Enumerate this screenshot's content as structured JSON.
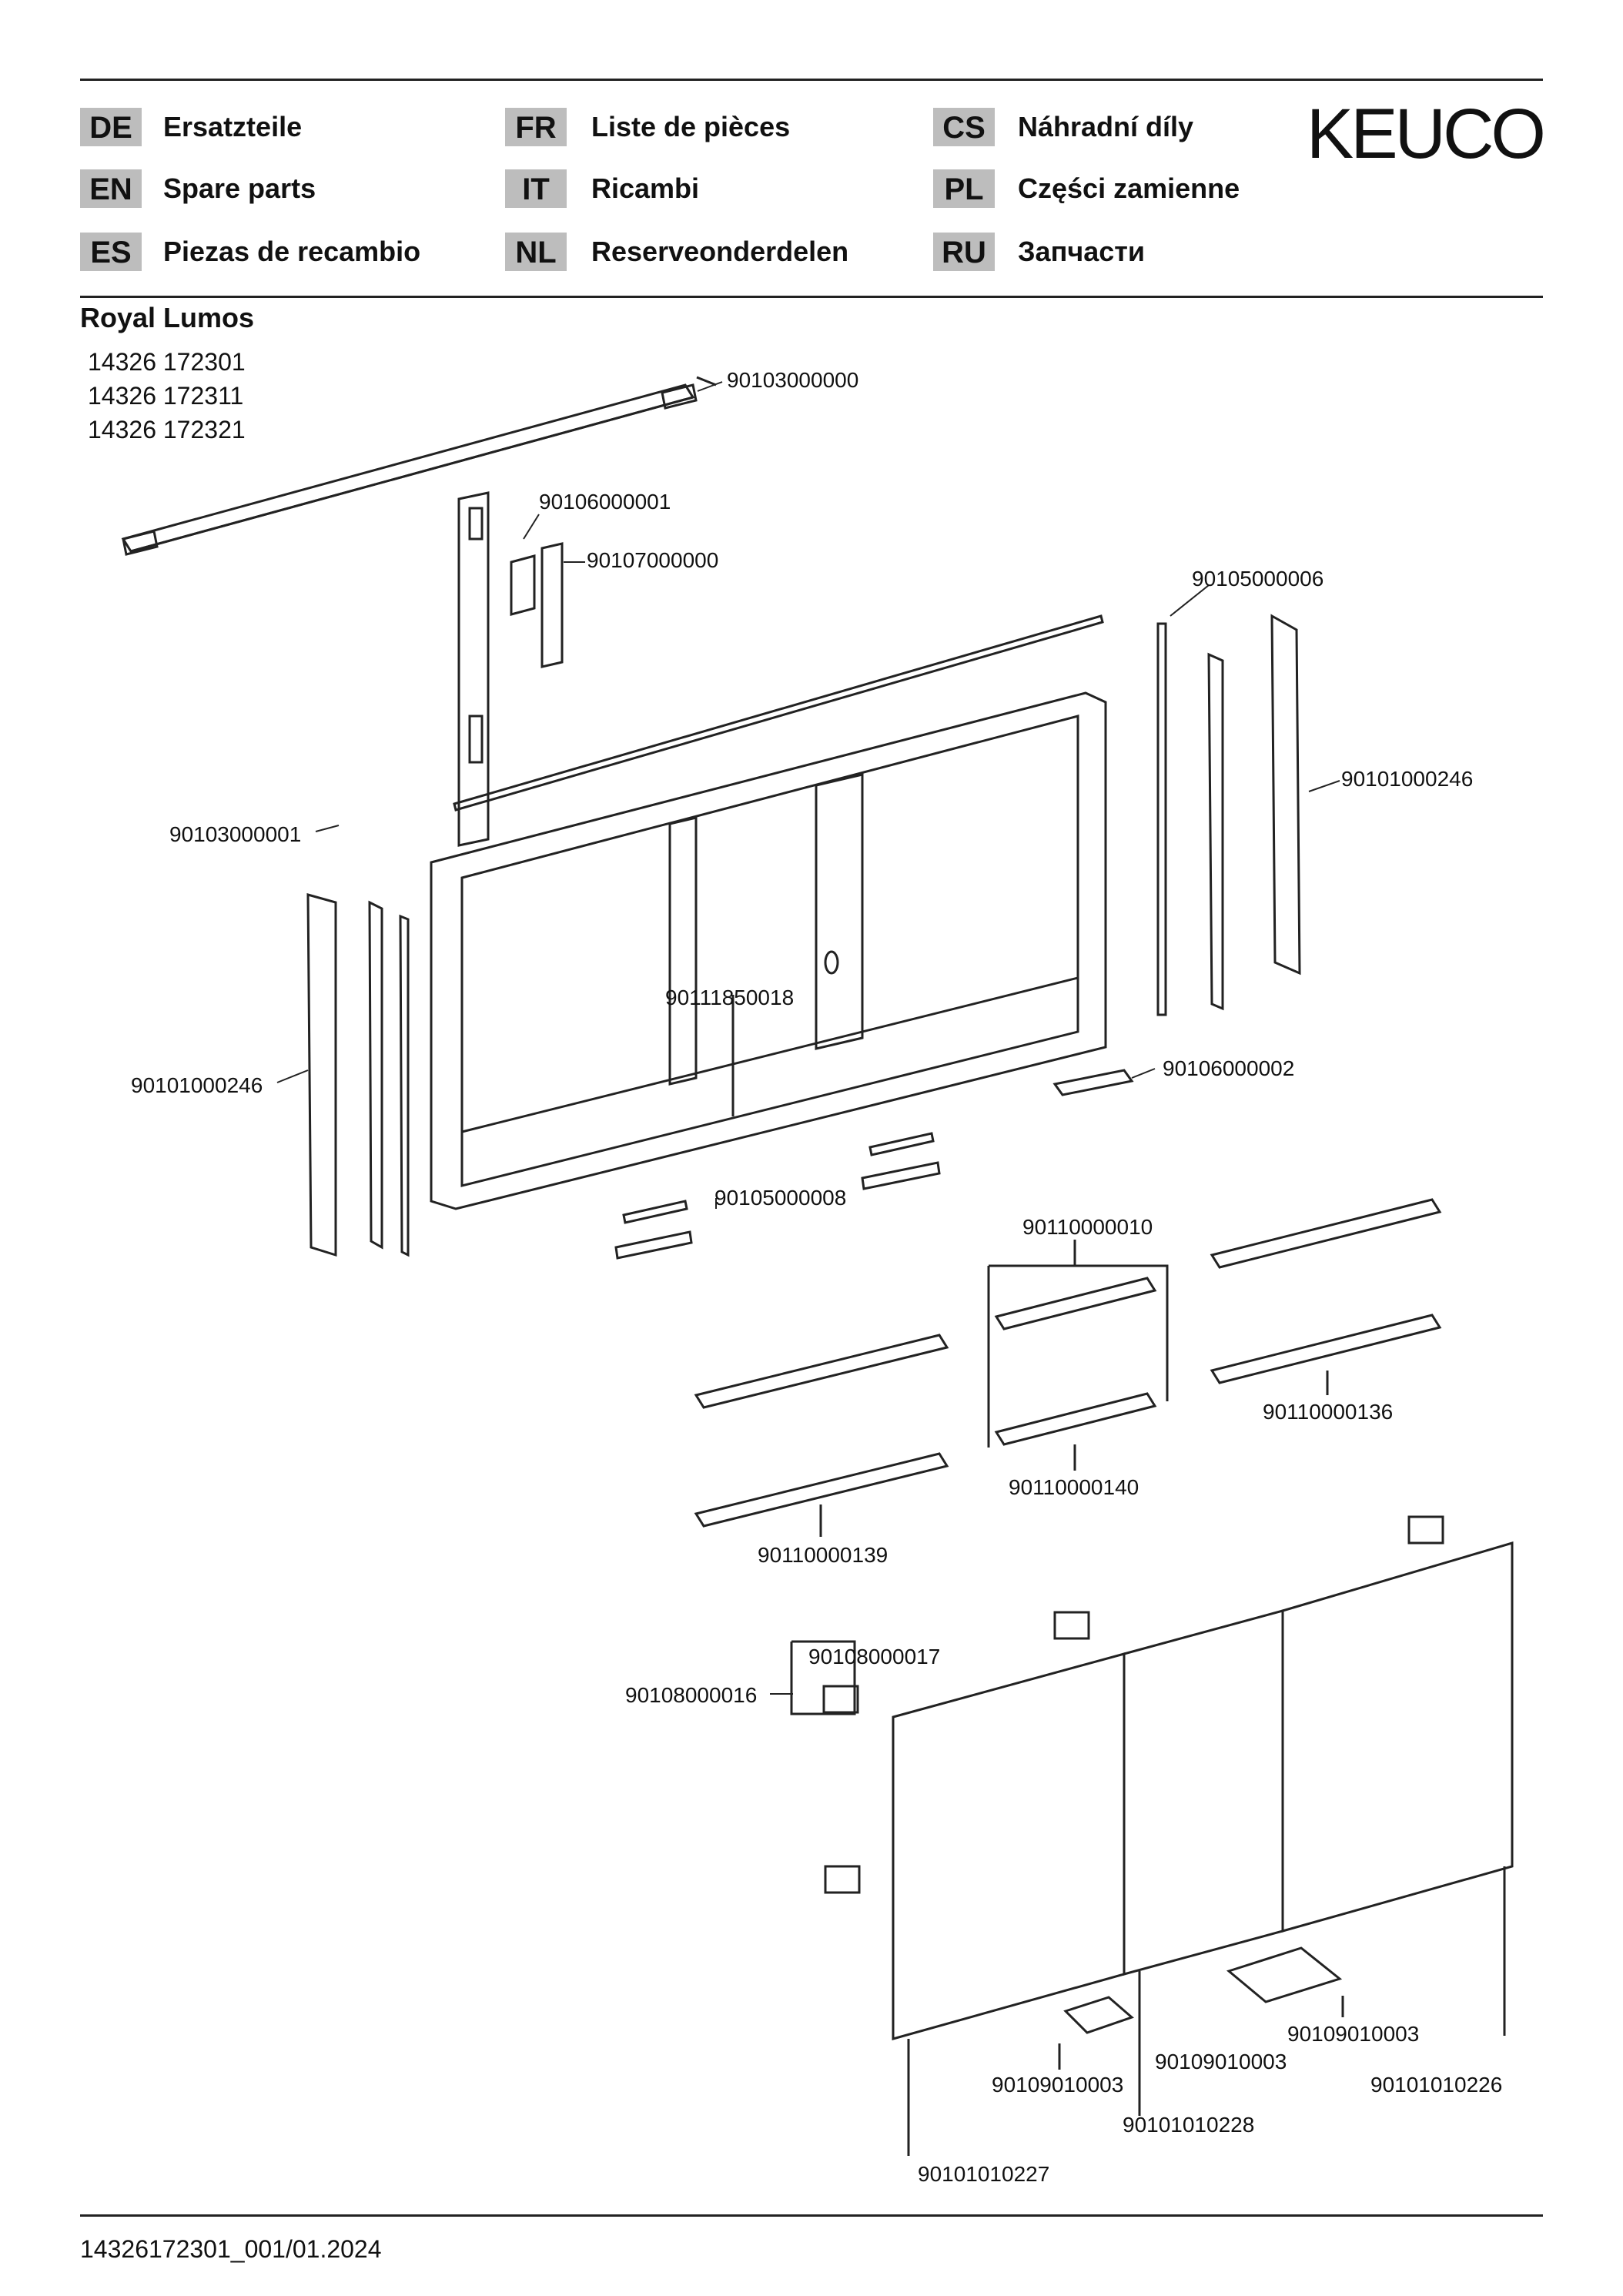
{
  "languages": [
    {
      "code": "DE",
      "label": "Ersatzteile"
    },
    {
      "code": "EN",
      "label": "Spare parts"
    },
    {
      "code": "ES",
      "label": "Piezas de recambio"
    },
    {
      "code": "FR",
      "label": "Liste de pièces"
    },
    {
      "code": "IT",
      "label": "Ricambi"
    },
    {
      "code": "NL",
      "label": "Reserveonderdelen"
    },
    {
      "code": "CS",
      "label": "Náhradní díly"
    },
    {
      "code": "PL",
      "label": "Części zamienne"
    },
    {
      "code": "RU",
      "label": "Запчасти"
    }
  ],
  "brand": "KEUCO",
  "product": {
    "name": "Royal Lumos",
    "articles": [
      "14326 172301",
      "14326 172311",
      "14326 172321"
    ]
  },
  "parts": {
    "top_rail": "90103000000",
    "electronics": "90106000001",
    "driver": "90107000000",
    "bracket_left": "90103000001",
    "side_profile_top": "90105000006",
    "side_panel_right": "90101000246",
    "side_panel_left": "90101000246",
    "body": "90111850018",
    "light_bar": "90106000002",
    "clips": "90105000008",
    "shelf_set": "90110000010",
    "shelf_right": "90110000136",
    "shelf_mid": "90110000140",
    "shelf_left": "90110000139",
    "hinge_a": "90108000017",
    "hinge_b": "90108000016",
    "catch_right": "90109010003",
    "catch_mid": "90109010003",
    "catch_left": "90109010003",
    "door_right": "90101010226",
    "door_mid": "90101010228",
    "door_left": "90101010227"
  },
  "footer": "14326172301_001/01.2024"
}
